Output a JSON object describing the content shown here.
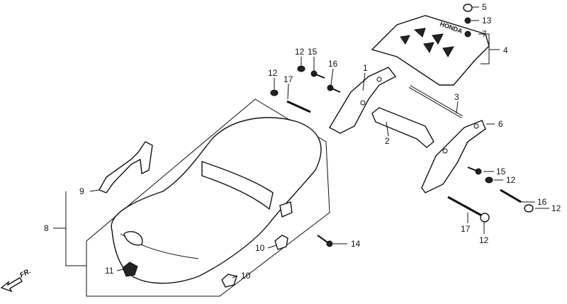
{
  "diagram": {
    "callouts": [
      "1",
      "2",
      "3",
      "4",
      "5",
      "6",
      "7",
      "8",
      "9",
      "10",
      "10",
      "11",
      "12",
      "12",
      "12",
      "12",
      "12",
      "13",
      "14",
      "15",
      "15",
      "16",
      "16",
      "17",
      "17"
    ],
    "brand_text": "HONDA",
    "direction_label": "FR."
  }
}
